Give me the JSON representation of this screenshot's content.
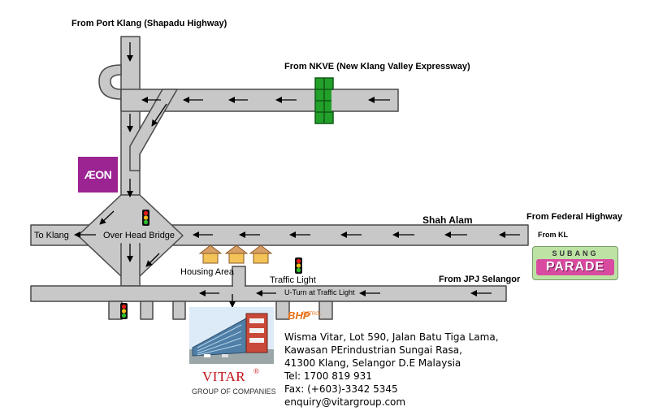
{
  "map": {
    "labels": {
      "from_port_klang": "From Port Klang (Shapadu Highway)",
      "from_nkve": "From NKVE (New Klang Valley Expressway)",
      "from_federal": "From Federal Highway",
      "shah_alam": "Shah Alam",
      "from_kl": "From KL",
      "to_klang": "To Klang",
      "over_head_bridge": "Over Head Bridge",
      "housing_area": "Housing Area",
      "traffic_light": "Traffic Light",
      "from_jpj": "From JPJ Selangor",
      "uturn": "U-Turn at Traffic Light"
    },
    "landmarks": {
      "aeon": "ÆON",
      "subang_top": "SUBANG",
      "subang_bottom": "PARADE",
      "bhp": "BHP",
      "bhp_sub": "PETROL"
    },
    "colors": {
      "road": "#c8c8c8",
      "road_edge": "#4a4a4a",
      "interchange": "#22a02a",
      "house_roof": "#d9a066",
      "house_body": "#f3c457",
      "aeon": "#9b2392",
      "vitar_red": "#c0141a"
    }
  },
  "company": {
    "logo": "VITAR",
    "reg": "®",
    "group": "GROUP OF COMPANIES",
    "address_lines": [
      "Wisma Vitar, Lot 590, Jalan Batu Tiga Lama,",
      "Kawasan PErindustrian Sungai Rasa,",
      "41300 Klang, Selangor D.E Malaysia",
      "Tel: 1700 819 931",
      "Fax: (+603)-3342 5345",
      "enquiry@vitargroup.com"
    ]
  }
}
